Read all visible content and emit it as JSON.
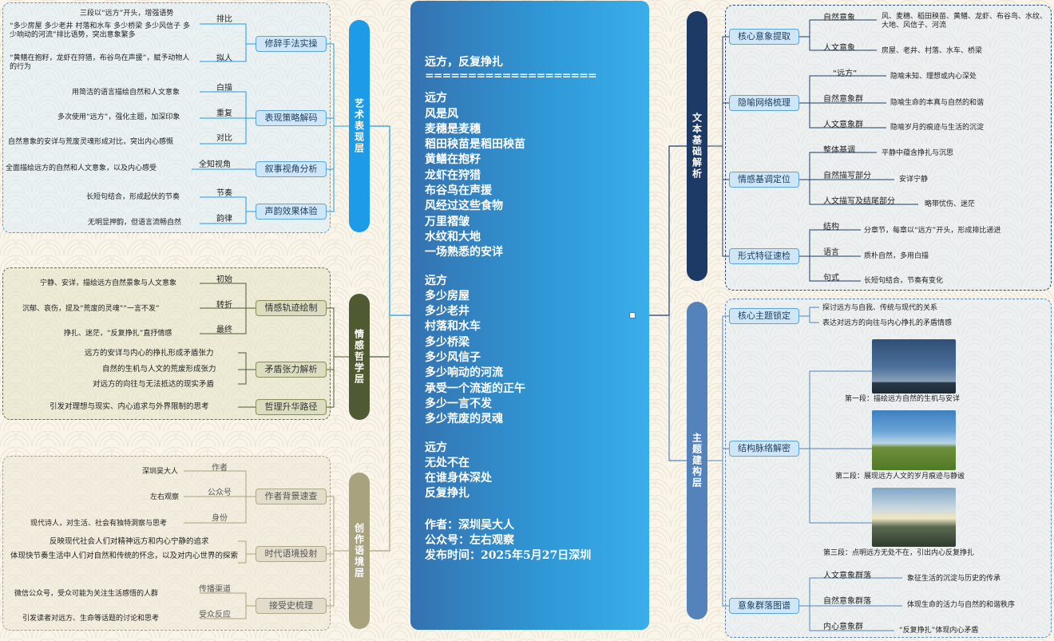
{
  "poem": {
    "title": "远方，反复挣扎",
    "divider": "====================",
    "stanza1": [
      "远方",
      "风是风",
      "麦穗是麦穗",
      "稻田秧苗是稻田秧苗",
      "黄鳝在抱籽",
      "龙虾在狩猎",
      "布谷鸟在声援",
      "风经过这些食物",
      "万里褶皱",
      "水纹和大地",
      "一场熟悉的安详"
    ],
    "stanza2": [
      "远方",
      "多少房屋",
      "多少老井",
      "村落和水车",
      "多少桥梁",
      "多少风信子",
      "多少响动的河流",
      "承受一个流逝的正午",
      "多少一言不发",
      "多少荒废的灵魂"
    ],
    "stanza3": [
      "远方",
      "无处不在",
      "在谁身体深处",
      "反复挣扎"
    ],
    "author": "作者：深圳吴大人",
    "account": "公众号：左右观察",
    "date": "发布时间：2025年5月27日深圳"
  },
  "left": {
    "art": {
      "title": "艺术表现层",
      "nodes": [
        {
          "label": "修辞手法实操",
          "branches": [
            {
              "tag": "排比",
              "leaves": [
                "三段以“远方”开头，增强语势",
                "“多少房屋 多少老井 村落和水车 多少桥梁 多少风信子 多少响动的河流”排比语势，突出意象繁多"
              ]
            },
            {
              "tag": "拟人",
              "leaves": [
                "“黄鳝在抱籽，龙虾在狩猎，布谷鸟在声援”，赋予动物人的行为"
              ]
            }
          ]
        },
        {
          "label": "表现策略解码",
          "branches": [
            {
              "tag": "白描",
              "leaves": [
                "用简洁的语言描绘自然和人文意象"
              ]
            },
            {
              "tag": "重复",
              "leaves": [
                "多次使用“远方”，强化主题，加深印象"
              ]
            },
            {
              "tag": "对比",
              "leaves": [
                "自然意象的安详与荒废灵魂形成对比，突出内心感慨"
              ]
            }
          ]
        },
        {
          "label": "叙事视角分析",
          "branches": [
            {
              "tag": "全知视角",
              "leaves": [
                "全面描绘远方的自然和人文意象，以及内心感受"
              ]
            }
          ]
        },
        {
          "label": "声韵效果体验",
          "branches": [
            {
              "tag": "节奏",
              "leaves": [
                "长短句结合，形成起伏的节奏"
              ]
            },
            {
              "tag": "韵律",
              "leaves": [
                "无明显押韵，但语言流畅自然"
              ]
            }
          ]
        }
      ]
    },
    "emotion": {
      "title": "情感哲学层",
      "nodes": [
        {
          "label": "情感轨迹绘制",
          "branches": [
            {
              "tag": "初始",
              "leaves": [
                "宁静、安详，描绘远方自然景象与人文意象"
              ]
            },
            {
              "tag": "转折",
              "leaves": [
                "沉郁、哀伤，提及“荒废的灵魂”“一言不发”"
              ]
            },
            {
              "tag": "最终",
              "leaves": [
                "挣扎、迷茫，“反复挣扎”直抒情感"
              ]
            }
          ]
        },
        {
          "label": "矛盾张力解析",
          "leaves": [
            "远方的安详与内心的挣扎形成矛盾张力",
            "自然的生机与人文的荒废形成张力",
            "对远方的向往与无法抵达的现实矛盾"
          ]
        },
        {
          "label": "哲理升华路径",
          "leaves": [
            "引发对理想与现实、内心追求与外界限制的思考"
          ]
        }
      ]
    },
    "context": {
      "title": "创作语境层",
      "nodes": [
        {
          "label": "作者背景速查",
          "branches": [
            {
              "tag": "作者",
              "leaves": [
                "深圳吴大人"
              ]
            },
            {
              "tag": "公众号",
              "leaves": [
                "左右观察"
              ]
            },
            {
              "tag": "身份",
              "leaves": [
                "现代诗人，对生活、社会有独特洞察与思考"
              ]
            }
          ]
        },
        {
          "label": "时代语境投射",
          "leaves": [
            "反映现代社会人们对精神远方和内心宁静的追求",
            "体现快节奏生活中人们对自然和传统的怀念，以及对内心世界的探索"
          ]
        },
        {
          "label": "接受史梳理",
          "branches": [
            {
              "tag": "传播渠道",
              "leaves": [
                "微信公众号，受众可能为关注生活感悟的人群"
              ]
            },
            {
              "tag": "受众反应",
              "leaves": [
                "引发读者对远方、生命等话题的讨论和思考"
              ]
            }
          ]
        }
      ]
    }
  },
  "right": {
    "text": {
      "title": "文本基础解析",
      "nodes": [
        {
          "label": "核心意象提取",
          "branches": [
            {
              "tag": "自然意象",
              "leaves": [
                "风、麦穗、稻田秧苗、黄鳝、龙虾、布谷鸟、水纹、大地、风信子、河流"
              ]
            },
            {
              "tag": "人文意象",
              "leaves": [
                "房屋、老井、村落、水车、桥梁"
              ]
            }
          ]
        },
        {
          "label": "隐喻网络梳理",
          "branches": [
            {
              "tag": "“远方”",
              "leaves": [
                "隐喻未知、理想或内心深处"
              ]
            },
            {
              "tag": "自然意象群",
              "leaves": [
                "隐喻生命的本真与自然的和谐"
              ]
            },
            {
              "tag": "人文意象群",
              "leaves": [
                "隐喻岁月的痕迹与生活的沉淀"
              ]
            }
          ]
        },
        {
          "label": "情感基调定位",
          "branches": [
            {
              "tag": "整体基调",
              "leaves": [
                "平静中蕴含挣扎与沉思"
              ]
            },
            {
              "tag": "自然描写部分",
              "leaves": [
                "安详宁静"
              ]
            },
            {
              "tag": "人文描写及结尾部分",
              "leaves": [
                "略带忧伤、迷茫"
              ]
            }
          ]
        },
        {
          "label": "形式特征速检",
          "branches": [
            {
              "tag": "结构",
              "leaves": [
                "分章节，每章以“远方”开头，形成排比递进"
              ]
            },
            {
              "tag": "语言",
              "leaves": [
                "质朴自然，多用白描"
              ]
            },
            {
              "tag": "句式",
              "leaves": [
                "长短句结合，节奏有变化"
              ]
            }
          ]
        }
      ]
    },
    "theme": {
      "title": "主题建构层",
      "nodes": [
        {
          "label": "核心主题锁定",
          "leaves": [
            "探讨远方与自我、传统与现代的关系",
            "表达对远方的向往与内心挣扎的矛盾情感"
          ]
        },
        {
          "label": "结构脉络解密",
          "captions": [
            "第一段：描绘远方自然的生机与安详",
            "第二段：展现远方人文的岁月痕迹与静谧",
            "第三段：点明远方无处不在，引出内心反复挣扎"
          ]
        },
        {
          "label": "意象群落图谱",
          "branches": [
            {
              "tag": "人文意象群落",
              "leaves": [
                "象征生活的沉淀与历史的传承"
              ]
            },
            {
              "tag": "自然意象群落",
              "leaves": [
                "体现生命的活力与自然的和谐秩序"
              ]
            },
            {
              "tag": "内心意象群",
              "leaves": [
                "“反复挣扎”体现内心矛盾"
              ]
            }
          ]
        }
      ]
    }
  },
  "colors": {
    "art": "#1e9be6",
    "emotion": "#4f5a32",
    "context": "#a8a37e",
    "text": "#1d3a66",
    "theme": "#5483bc",
    "center": "#2f8ed0"
  }
}
